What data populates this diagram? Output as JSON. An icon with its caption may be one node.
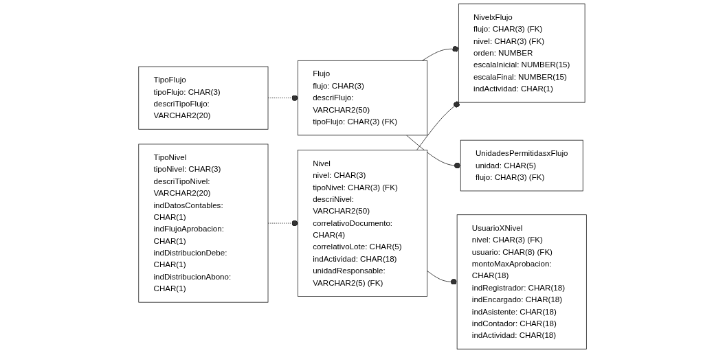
{
  "diagram": {
    "nodes": [
      {
        "text": [
          "Flujo",
          "flujo: CHAR(3)",
          "descriFlujo: VARCHAR2(50)",
          "tipoFlujo: CHAR(3) (FK)"
        ]
      },
      {
        "text": [
          "TipoFlujo",
          "tipoFlujo: CHAR(3)",
          "descriTipoFlujo: VARCHAR2(20)"
        ]
      },
      {
        "text": [
          "Nivel",
          "nivel: CHAR(3)",
          "tipoNivel: CHAR(3) (FK)",
          "descriNivel: VARCHAR2(50)",
          "correlativoDocumento: CHAR(4)",
          "correlativoLote: CHAR(5)",
          "indActividad: CHAR(18)",
          "unidadResponsable: VARCHAR2(5) (FK)"
        ]
      },
      {
        "text": [
          "NivelxFlujo",
          "flujo: CHAR(3) (FK)",
          "nivel: CHAR(3) (FK)",
          "orden: NUMBER",
          "escalaInicial: NUMBER(15)",
          "escalaFinal: NUMBER(15)",
          "indActividad: CHAR(1)"
        ]
      },
      {
        "text": [
          "UsuarioXNivel",
          "nivel: CHAR(3) (FK)",
          "usuario: CHAR(8) (FK)",
          "montoMaxAprobacion: CHAR(18)",
          "indRegistrador: CHAR(18)",
          "indEncargado: CHAR(18)",
          "indAsistente: CHAR(18)",
          "indContador: CHAR(18)",
          "indActividad: CHAR(18)"
        ]
      },
      {
        "text": [
          "UnidadesPermitidasxFlujo",
          "unidad: CHAR(5)",
          "flujo: CHAR(3) (FK)"
        ]
      },
      {
        "text": [
          "TipoNivel",
          "tipoNivel: CHAR(3)",
          "descriTipoNivel: VARCHAR2(20)",
          "indDatosContables: CHAR(1)",
          "indFlujoAprobacion: CHAR(1)",
          "indDistribucionDebe: CHAR(1)",
          "indDistribucionAbono: CHAR(1)"
        ]
      }
    ],
    "edges": [
      {
        "from": 1,
        "to": 0,
        "arrow": "other",
        "style": "dashed"
      },
      {
        "from": 0,
        "to": 3,
        "arrow": "other"
      },
      {
        "from": 0,
        "to": 5,
        "arrow": "other"
      },
      {
        "from": 2,
        "to": 3,
        "arrow": "other"
      },
      {
        "from": 2,
        "to": 4,
        "arrow": "other"
      },
      {
        "from": 6,
        "to": 2,
        "arrow": "other",
        "style": "dashed"
      }
    ]
  }
}
